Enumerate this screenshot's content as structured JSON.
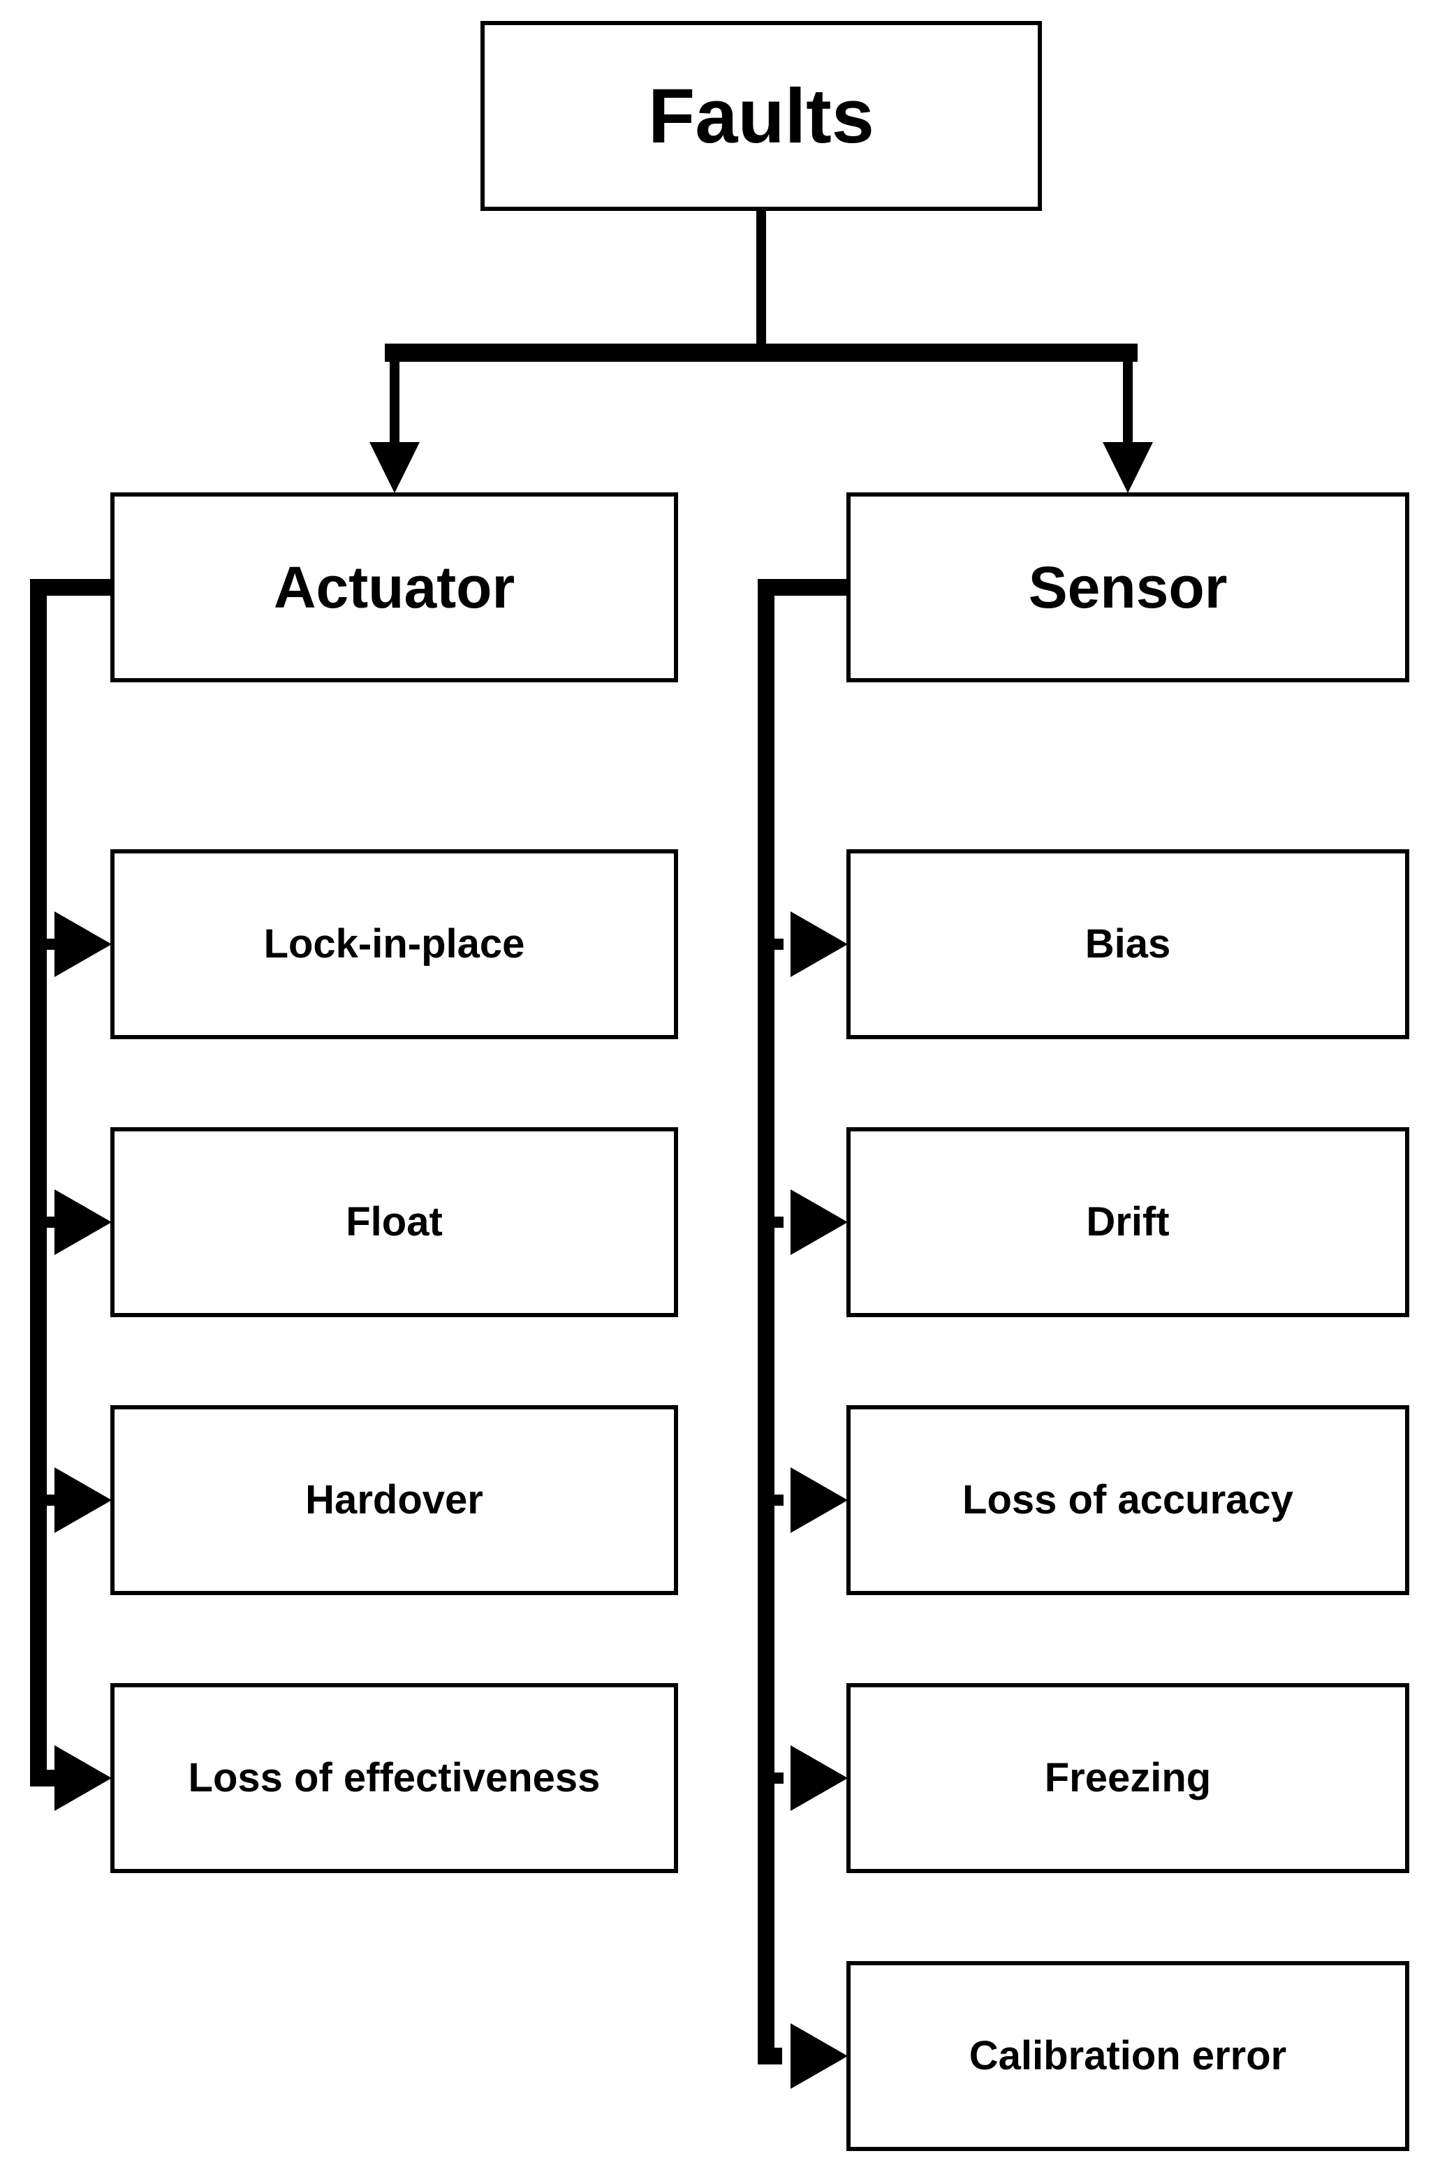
{
  "diagram": {
    "root": {
      "label": "Faults"
    },
    "branches": [
      {
        "label": "Actuator",
        "children": [
          {
            "label": "Lock-in-place"
          },
          {
            "label": "Float"
          },
          {
            "label": "Hardover"
          },
          {
            "label": "Loss of effectiveness"
          }
        ]
      },
      {
        "label": "Sensor",
        "children": [
          {
            "label": "Bias"
          },
          {
            "label": "Drift"
          },
          {
            "label": "Loss of accuracy"
          },
          {
            "label": "Freezing"
          },
          {
            "label": "Calibration error"
          }
        ]
      }
    ],
    "colors": {
      "background": "#ffffff",
      "line": "#000000",
      "box_fill": "#ffffff",
      "text": "#000000"
    }
  }
}
